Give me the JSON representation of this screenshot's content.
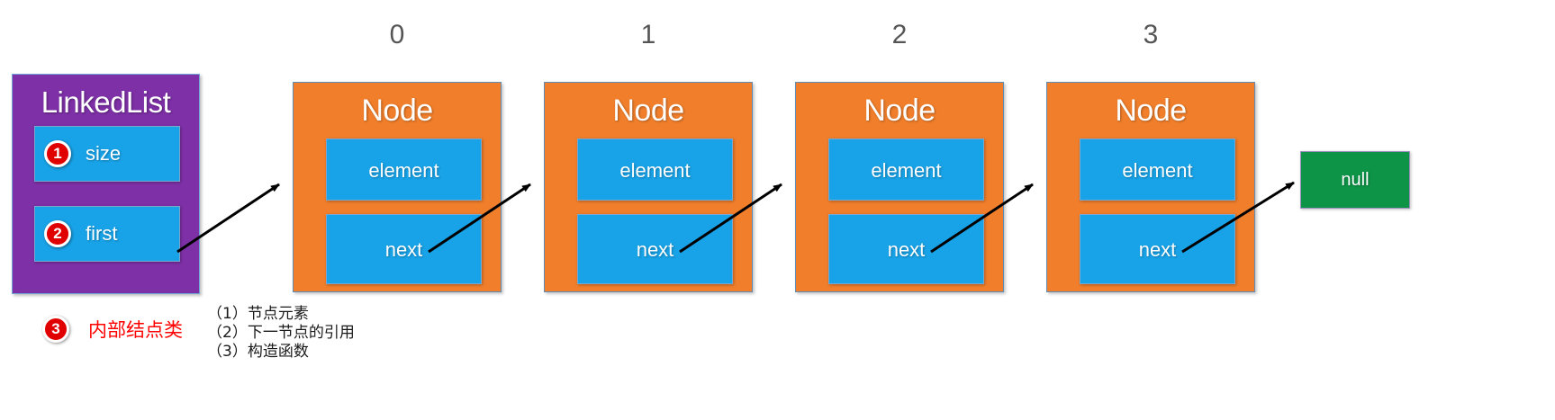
{
  "diagram": {
    "title": "LinkedList structure diagram",
    "colors": {
      "linkedlist_purple": "#7E30A7",
      "node_orange": "#F07E2B",
      "field_blue": "#18A3E8",
      "null_green": "#0D9447",
      "badge_red": "#E00000",
      "annotation_red": "#FF0000",
      "index_gray": "#555555",
      "arrow_black": "#000000",
      "background": "#FFFFFF"
    }
  },
  "linkedlist": {
    "title": "LinkedList",
    "fields": [
      {
        "badge": "1",
        "label": "size"
      },
      {
        "badge": "2",
        "label": "first"
      }
    ]
  },
  "nodes": [
    {
      "index": "0",
      "title": "Node",
      "element_label": "element",
      "next_label": "next"
    },
    {
      "index": "1",
      "title": "Node",
      "element_label": "element",
      "next_label": "next"
    },
    {
      "index": "2",
      "title": "Node",
      "element_label": "element",
      "next_label": "next"
    },
    {
      "index": "3",
      "title": "Node",
      "element_label": "element",
      "next_label": "next"
    }
  ],
  "terminator": {
    "label": "null"
  },
  "annotations": {
    "inner_class": {
      "badge": "3",
      "label": "内部结点类"
    },
    "legend": [
      "（1）节点元素",
      "（2）下一节点的引用",
      "（3）构造函数"
    ]
  }
}
